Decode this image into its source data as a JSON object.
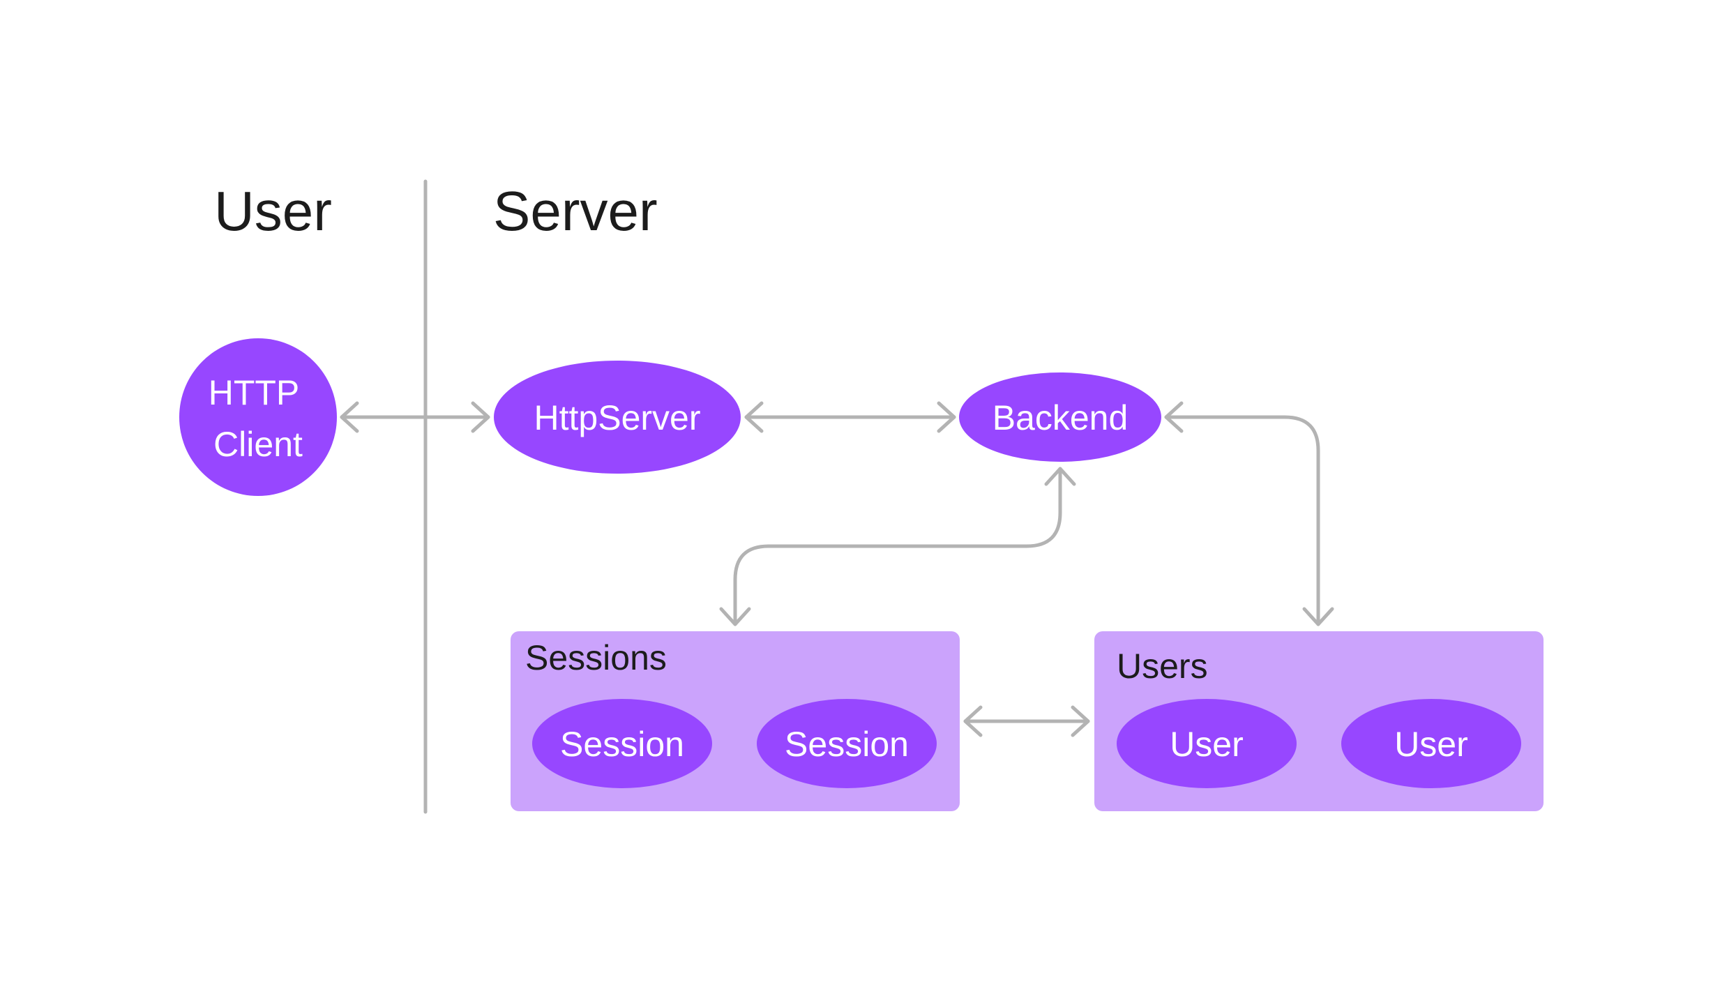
{
  "headings": {
    "left": "User",
    "right": "Server"
  },
  "nodes": {
    "http_client": {
      "line1": "HTTP",
      "line2": "Client"
    },
    "http_server": {
      "label": "HttpServer"
    },
    "backend": {
      "label": "Backend"
    }
  },
  "groups": {
    "sessions": {
      "label": "Sessions",
      "items": [
        "Session",
        "Session"
      ]
    },
    "users": {
      "label": "Users",
      "items": [
        "User",
        "User"
      ]
    }
  },
  "colors": {
    "node_fill": "#9747ff",
    "group_fill": "#cba3fc",
    "edge": "#b3b3b3",
    "divider": "#b3b3b3",
    "text_dark": "#1c1c1c",
    "text_light": "#ffffff"
  }
}
